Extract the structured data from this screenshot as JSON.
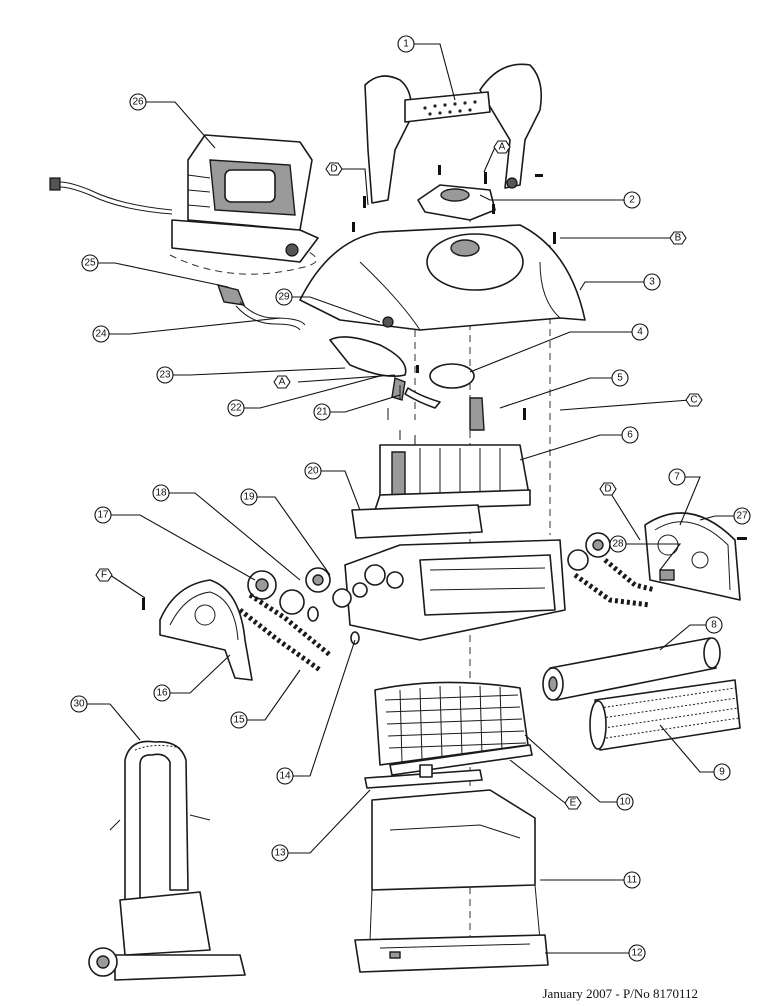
{
  "diagram": {
    "callouts": [
      {
        "id": "c1",
        "label": "1",
        "shape": "circle"
      },
      {
        "id": "c2",
        "label": "2",
        "shape": "circle"
      },
      {
        "id": "c3",
        "label": "3",
        "shape": "circle"
      },
      {
        "id": "c4",
        "label": "4",
        "shape": "circle"
      },
      {
        "id": "c5",
        "label": "5",
        "shape": "circle"
      },
      {
        "id": "c6",
        "label": "6",
        "shape": "circle"
      },
      {
        "id": "c7",
        "label": "7",
        "shape": "circle"
      },
      {
        "id": "c8",
        "label": "8",
        "shape": "circle"
      },
      {
        "id": "c9",
        "label": "9",
        "shape": "circle"
      },
      {
        "id": "c10",
        "label": "10",
        "shape": "circle"
      },
      {
        "id": "c11",
        "label": "11",
        "shape": "circle"
      },
      {
        "id": "c12",
        "label": "12",
        "shape": "circle"
      },
      {
        "id": "c13",
        "label": "13",
        "shape": "circle"
      },
      {
        "id": "c14",
        "label": "14",
        "shape": "circle"
      },
      {
        "id": "c15",
        "label": "15",
        "shape": "circle"
      },
      {
        "id": "c16",
        "label": "16",
        "shape": "circle"
      },
      {
        "id": "c17",
        "label": "17",
        "shape": "circle"
      },
      {
        "id": "c18",
        "label": "18",
        "shape": "circle"
      },
      {
        "id": "c19",
        "label": "19",
        "shape": "circle"
      },
      {
        "id": "c20",
        "label": "20",
        "shape": "circle"
      },
      {
        "id": "c21",
        "label": "21",
        "shape": "circle"
      },
      {
        "id": "c22",
        "label": "22",
        "shape": "circle"
      },
      {
        "id": "c23",
        "label": "23",
        "shape": "circle"
      },
      {
        "id": "c24",
        "label": "24",
        "shape": "circle"
      },
      {
        "id": "c25",
        "label": "25",
        "shape": "circle"
      },
      {
        "id": "c26",
        "label": "26",
        "shape": "circle"
      },
      {
        "id": "c27",
        "label": "27",
        "shape": "circle"
      },
      {
        "id": "c28",
        "label": "28",
        "shape": "circle"
      },
      {
        "id": "c29",
        "label": "29",
        "shape": "circle"
      },
      {
        "id": "c30",
        "label": "30",
        "shape": "circle"
      },
      {
        "id": "hA1",
        "label": "A",
        "shape": "hex"
      },
      {
        "id": "hA2",
        "label": "A",
        "shape": "hex"
      },
      {
        "id": "hB",
        "label": "B",
        "shape": "hex"
      },
      {
        "id": "hC",
        "label": "C",
        "shape": "hex"
      },
      {
        "id": "hD1",
        "label": "D",
        "shape": "hex"
      },
      {
        "id": "hD2",
        "label": "D",
        "shape": "hex"
      },
      {
        "id": "hE",
        "label": "E",
        "shape": "hex"
      },
      {
        "id": "hF",
        "label": "F",
        "shape": "hex"
      }
    ]
  },
  "footer": {
    "text": "January 2007 - P/No 8170112"
  }
}
